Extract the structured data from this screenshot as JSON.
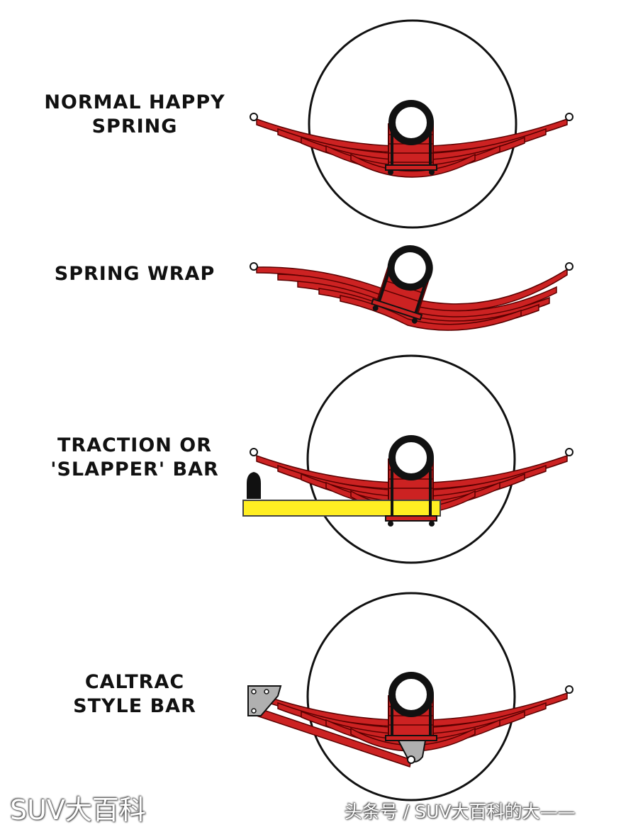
{
  "panels": [
    {
      "id": "normal",
      "label_lines": [
        "NORMAL HAPPY",
        "SPRING"
      ]
    },
    {
      "id": "wrap",
      "label_lines": [
        "SPRING WRAP"
      ]
    },
    {
      "id": "traction",
      "label_lines": [
        "TRACTION OR",
        "'SLAPPER' BAR"
      ]
    },
    {
      "id": "caltrac",
      "label_lines": [
        "CALTRAC",
        "STYLE BAR"
      ]
    }
  ],
  "watermark": {
    "left": "SUV大百科",
    "right": "头条号 / SUV大百科的大——"
  },
  "colors": {
    "spring": "#cc2222",
    "spring_outline": "#5a0000",
    "traction_bar": "#ffee22",
    "bracket": "#b0b0b0",
    "line": "#111111"
  }
}
